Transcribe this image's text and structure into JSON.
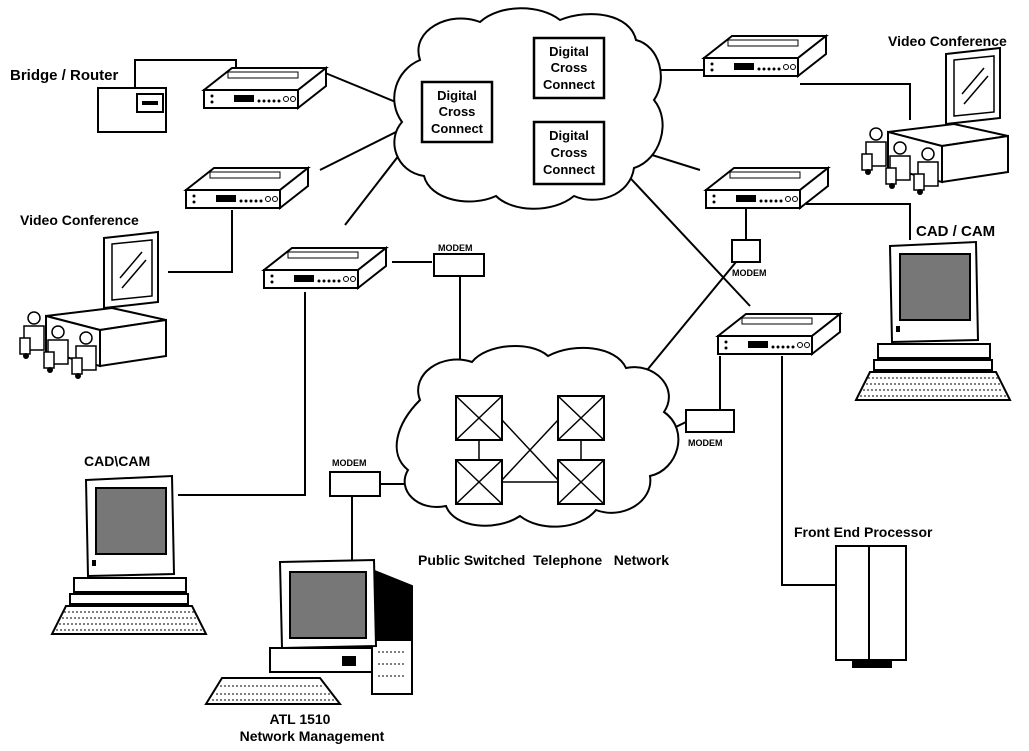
{
  "labels": {
    "bridge_router": "Bridge / Router",
    "video_conference_left": "Video Conference",
    "video_conference_right": "Video Conference",
    "cad_cam_left": "CAD\\CAM",
    "cad_cam_right": "CAD / CAM",
    "front_end_processor": "Front End Processor",
    "pstn": "Public Switched  Telephone   Network",
    "atl_line1": "ATL 1510",
    "atl_line2": "Network Management"
  },
  "cross_connects": [
    {
      "line1": "Digital",
      "line2": "Cross",
      "line3": "Connect"
    },
    {
      "line1": "Digital",
      "line2": "Cross",
      "line3": "Connect"
    },
    {
      "line1": "Digital",
      "line2": "Cross",
      "line3": "Connect"
    }
  ],
  "modems": [
    "MODEM",
    "MODEM",
    "MODEM",
    "MODEM"
  ]
}
